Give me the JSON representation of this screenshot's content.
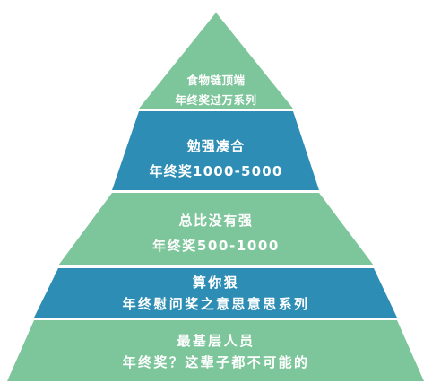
{
  "colors": {
    "green": "#7dc59a",
    "blue": "#2d8db4",
    "separator": "#ffffff",
    "text": "#ffffff"
  },
  "tiers": [
    {
      "title": "食物链顶端",
      "subtitle": "年终奖过万系列",
      "color": "green"
    },
    {
      "title": "勉强凑合",
      "subtitle": "年终奖1000-5000",
      "color": "blue"
    },
    {
      "title": "总比没有强",
      "subtitle": "年终奖500-1000",
      "color": "green"
    },
    {
      "title": "算你狠",
      "subtitle": "年终慰问奖之意思意思系列",
      "color": "blue"
    },
    {
      "title": "最基层人员",
      "subtitle": "年终奖？这辈子都不可能的",
      "color": "green"
    }
  ]
}
